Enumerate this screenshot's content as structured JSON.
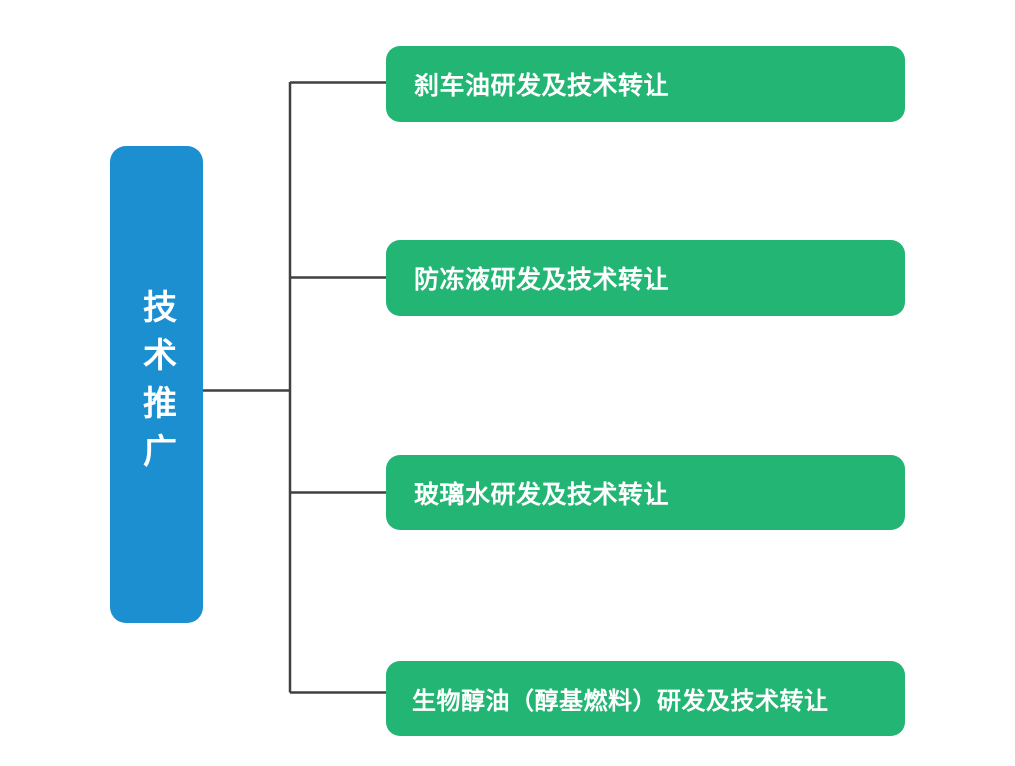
{
  "diagram": {
    "type": "org-tree",
    "orientation": "horizontal-left-to-right",
    "colors": {
      "root_fill": "#1b8fd0",
      "leaf_fill": "#22b573",
      "connector": "#404040",
      "text": "#ffffff",
      "background": "#ffffff"
    },
    "root": {
      "id": "root",
      "label": "技术推广",
      "text_direction": "vertical"
    },
    "branches": [
      {
        "id": "branch-1",
        "label": "刹车油研发及技术转让"
      },
      {
        "id": "branch-2",
        "label": "防冻液研发及技术转让"
      },
      {
        "id": "branch-3",
        "label": "玻璃水研发及技术转让"
      },
      {
        "id": "branch-4",
        "label": "生物醇油（醇基燃料）研发及技术转让"
      }
    ]
  }
}
